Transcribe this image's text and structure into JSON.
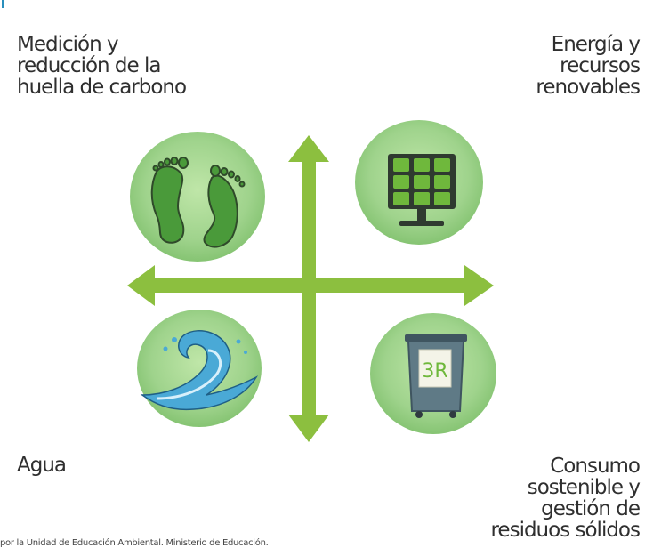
{
  "quadrants": {
    "top_left": {
      "label": "Medición y\nreducción de la\nhuella de carbono",
      "icon": "footprints-icon"
    },
    "top_right": {
      "label": "Energía y\nrecursos\nrenovables",
      "icon": "solar-panel-icon"
    },
    "bottom_left": {
      "label": "Agua",
      "icon": "water-wave-icon"
    },
    "bottom_right": {
      "label": "Consumo\nsostenible y\ngestión de\nresiduos sólidos",
      "icon": "recycling-bin-icon"
    }
  },
  "bin_badge": "3R",
  "credit": "por la Unidad de Educación Ambiental. Ministerio de Educación.",
  "colors": {
    "arrow": "#8cbf3f",
    "circle": "#9fd38c",
    "icon_green": "#4a9a3a",
    "outline": "#2f4a2a",
    "panel_cell": "#6fb83c",
    "water": "#4aa9d6",
    "bin": "#5f7a86"
  }
}
